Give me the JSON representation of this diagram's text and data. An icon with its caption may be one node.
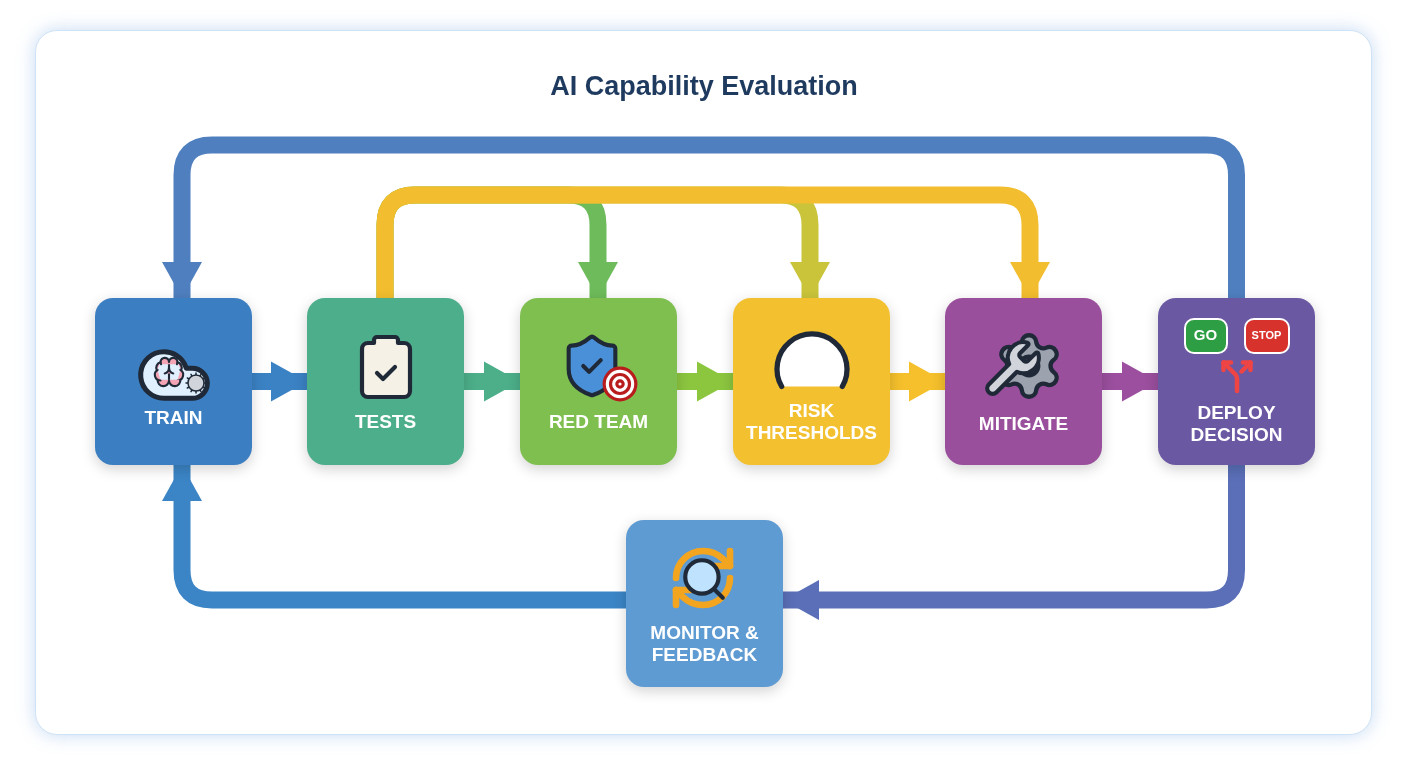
{
  "diagram": {
    "title": "AI Capability Evaluation",
    "nodes": [
      {
        "text": [
          "TRAIN"
        ]
      },
      {
        "text": [
          "TESTS"
        ]
      },
      {
        "text": [
          "RED TEAM"
        ]
      },
      {
        "text": [
          "RISK THRESHOLDS"
        ]
      },
      {
        "text": [
          "MITIGATE"
        ]
      },
      {
        "text": [
          "GO",
          "STOP",
          "DEPLOY DECISION"
        ]
      },
      {
        "text": [
          "MONITOR & FEEDBACK"
        ]
      }
    ],
    "edges": [
      {
        "from": 0,
        "to": 1,
        "arrow": "to",
        "color": "#3b82c4"
      },
      {
        "from": 1,
        "to": 2,
        "arrow": "to",
        "color": "#4caf8a"
      },
      {
        "from": 2,
        "to": 3,
        "arrow": "to",
        "color": "#8cc63f"
      },
      {
        "from": 3,
        "to": 4,
        "arrow": "to",
        "color": "#f5c02c"
      },
      {
        "from": 4,
        "to": 5,
        "arrow": "to",
        "color": "#9b4f9e"
      },
      {
        "from": 5,
        "to": 0,
        "arrow": "to",
        "color": "#4f7fbf"
      },
      {
        "from": 1,
        "to": 2,
        "arrow": "to",
        "color": "#6dbb5a"
      },
      {
        "from": 1,
        "to": 3,
        "arrow": "to",
        "color": "#c9c43a"
      },
      {
        "from": 1,
        "to": 4,
        "arrow": "to",
        "color": "#f2bd2e"
      },
      {
        "from": 5,
        "to": 6,
        "arrow": "to",
        "color": "#5a6fb8"
      },
      {
        "from": 6,
        "to": 0,
        "arrow": "to",
        "color": "#3b85c6"
      }
    ]
  }
}
